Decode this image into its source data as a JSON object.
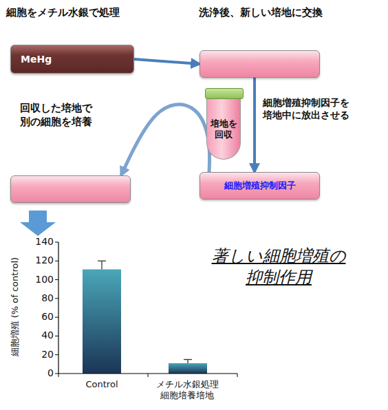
{
  "diagram": {
    "nodes": [
      {
        "text": [
          "細胞をメチル水銀で処理",
          "MeHg"
        ]
      },
      {
        "text": [
          "洗浄後、新しい培地に交換"
        ]
      },
      {
        "text": [
          "培地を回収"
        ]
      },
      {
        "text": [
          "細胞増殖抑制因子"
        ]
      },
      {
        "text": [
          "回収した培地で 別の細胞を培養"
        ]
      }
    ],
    "edges": [
      {
        "from": 0,
        "to": 1,
        "arrow": "to"
      },
      {
        "from": 1,
        "to": 3,
        "arrow": "to",
        "label": "細胞増殖抑制因子を 培地中に放出させる"
      },
      {
        "from": 3,
        "to": 4,
        "arrow": "to"
      }
    ],
    "labels": [
      "著しい細胞増殖の 抑制作用",
      "細胞増殖 (% of control)",
      "0",
      "20",
      "40",
      "60",
      "80",
      "100",
      "120",
      "140",
      "Control",
      "メチル水銀処理 細胞培養培地"
    ]
  }
}
